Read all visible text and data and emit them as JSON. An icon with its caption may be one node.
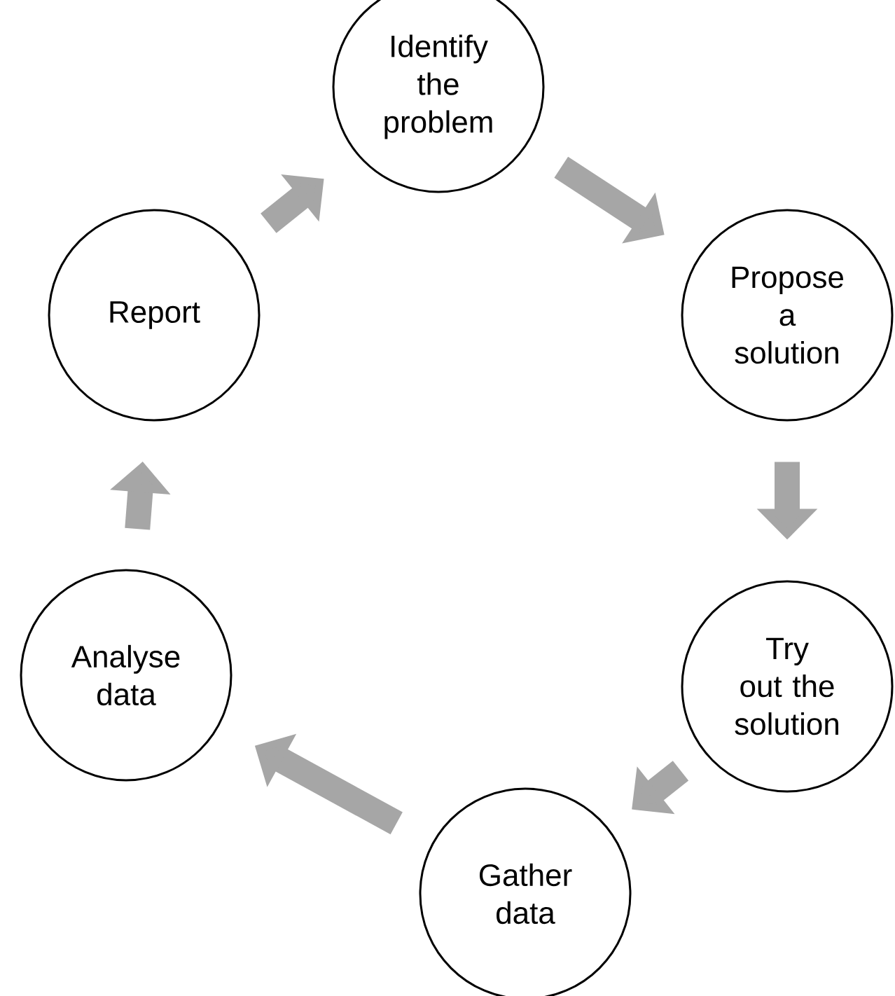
{
  "diagram": {
    "nodes": [
      {
        "text": [
          "Identify the problem"
        ]
      },
      {
        "text": [
          "Propose a solution"
        ]
      },
      {
        "text": [
          "Try out the solution"
        ]
      },
      {
        "text": [
          "Gather data"
        ]
      },
      {
        "text": [
          "Analyse data"
        ]
      },
      {
        "text": [
          "Report"
        ]
      }
    ],
    "edges": [
      {
        "from": 0,
        "to": 1,
        "arrow": "to"
      },
      {
        "from": 1,
        "to": 2,
        "arrow": "to"
      },
      {
        "from": 2,
        "to": 3,
        "arrow": "to"
      },
      {
        "from": 3,
        "to": 4,
        "arrow": "to"
      },
      {
        "from": 4,
        "to": 5,
        "arrow": "to"
      },
      {
        "from": 5,
        "to": 0,
        "arrow": "to"
      }
    ]
  }
}
